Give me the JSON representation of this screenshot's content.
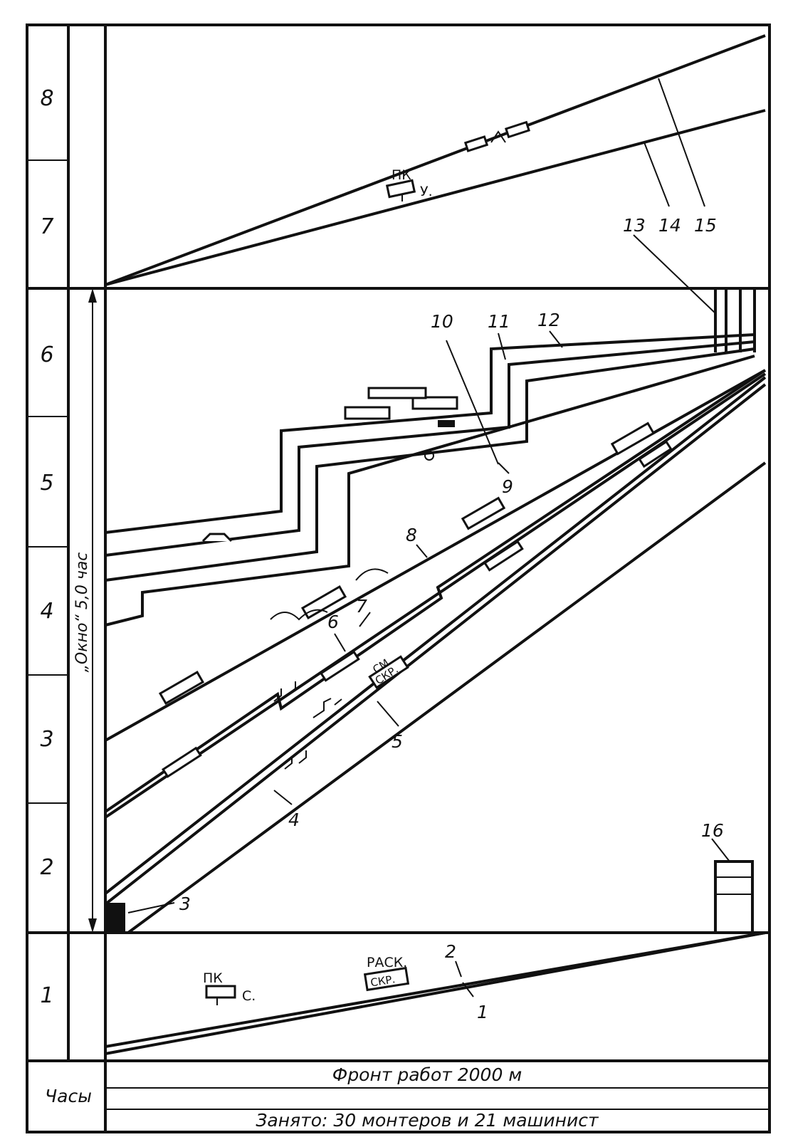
{
  "hour_marks": [
    "8",
    "7",
    "6",
    "5",
    "4",
    "3",
    "2",
    "1"
  ],
  "window_label": "„Окно“ 5,0 час",
  "callouts": [
    "1",
    "2",
    "3",
    "4",
    "5",
    "6",
    "7",
    "8",
    "9",
    "10",
    "11",
    "12",
    "13",
    "14",
    "15",
    "16"
  ],
  "equipment_tags": {
    "pk_top": "ПК",
    "u_top": "У.",
    "sm": "СМ.",
    "skr_mid": "СКР.",
    "pk_bottom": "ПК",
    "s_bottom": "С.",
    "rask": "РАСК.",
    "skr_bottom": "СКР."
  },
  "footer": {
    "hours_label": "Часы",
    "front": "Фронт работ 2000 м",
    "staff": "Занято: 30 монтеров и 21 машинист"
  }
}
